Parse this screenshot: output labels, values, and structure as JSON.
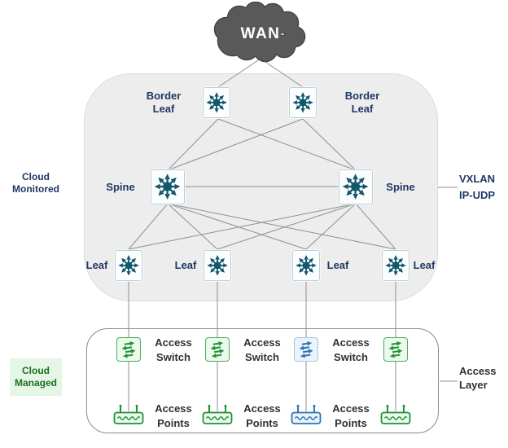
{
  "wan": {
    "label": "WAN"
  },
  "monitored": {
    "side_label": {
      "line1": "Cloud",
      "line2": "Monitored"
    },
    "annotation": {
      "line1": "VXLAN",
      "line2": "IP-UDP"
    },
    "border_leaves": [
      {
        "label_line1": "Border",
        "label_line2": "Leaf"
      },
      {
        "label_line1": "Border",
        "label_line2": "Leaf"
      }
    ],
    "spines": [
      {
        "label": "Spine"
      },
      {
        "label": "Spine"
      }
    ],
    "leaves": [
      {
        "label": "Leaf"
      },
      {
        "label": "Leaf"
      },
      {
        "label": "Leaf"
      },
      {
        "label": "Leaf"
      }
    ]
  },
  "managed": {
    "side_label": {
      "line1": "Cloud",
      "line2": "Managed"
    },
    "annotation": {
      "line1": "Access",
      "line2": "Layer"
    },
    "access_switches": [
      {
        "color": "green"
      },
      {
        "color": "green"
      },
      {
        "color": "blue"
      },
      {
        "color": "green"
      }
    ],
    "access_switch_labels": [
      {
        "line1": "Access",
        "line2": "Switch"
      },
      {
        "line1": "Access",
        "line2": "Switch"
      },
      {
        "line1": "Access",
        "line2": "Switch"
      }
    ],
    "access_points": [
      {
        "color": "green"
      },
      {
        "color": "green"
      },
      {
        "color": "blue"
      },
      {
        "color": "green"
      }
    ],
    "access_point_labels": [
      {
        "line1": "Access",
        "line2": "Points"
      },
      {
        "line1": "Access",
        "line2": "Points"
      },
      {
        "line1": "Access",
        "line2": "Points"
      }
    ]
  },
  "colors": {
    "network_icon": "#14586E",
    "green_device": "#1D9434",
    "blue_device": "#2E75B6",
    "navy_text": "#1F3864",
    "dark_text": "#303030",
    "cloud_fill": "#595959",
    "monitored_panel": "#EDEDED",
    "managed_badge": "#E6F6E6",
    "line": "#8F8F8F"
  }
}
